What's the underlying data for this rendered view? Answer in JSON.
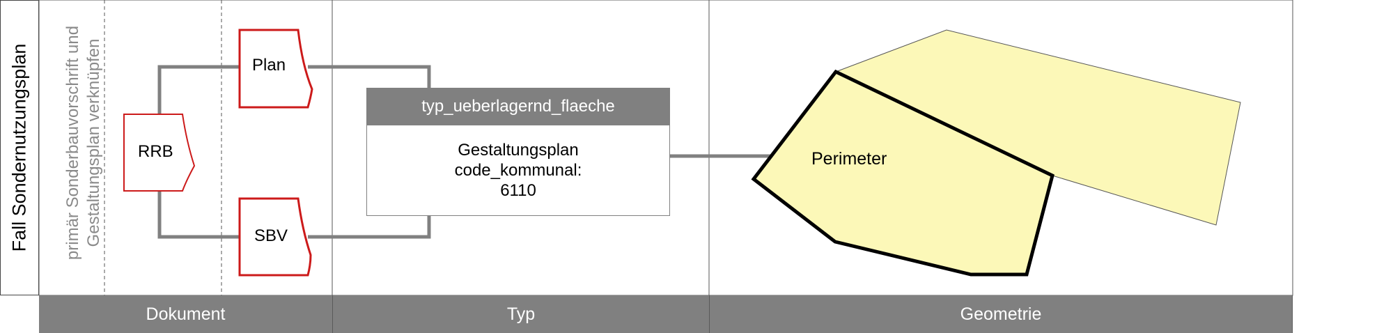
{
  "lane": {
    "title": "Fall Sondernutzungsplan",
    "note_line1": "primär Sonderbauvorschrift und",
    "note_line2": "Gestaltungsplan verknüpfen"
  },
  "documents": {
    "rrb": "RRB",
    "plan": "Plan",
    "sbv": "SBV"
  },
  "typ": {
    "header": "typ_ueberlagernd_flaeche",
    "line1": "Gestaltungsplan",
    "line2": "code_kommunal:",
    "line3": "6110"
  },
  "geometry": {
    "label": "Perimeter"
  },
  "columns": {
    "dokument": "Dokument",
    "typ": "Typ",
    "geometrie": "Geometrie"
  },
  "colors": {
    "document_border": "#cc1a1a",
    "connector": "#808080",
    "polygon_fill": "#fcf8b8",
    "header_fill": "#808080"
  }
}
